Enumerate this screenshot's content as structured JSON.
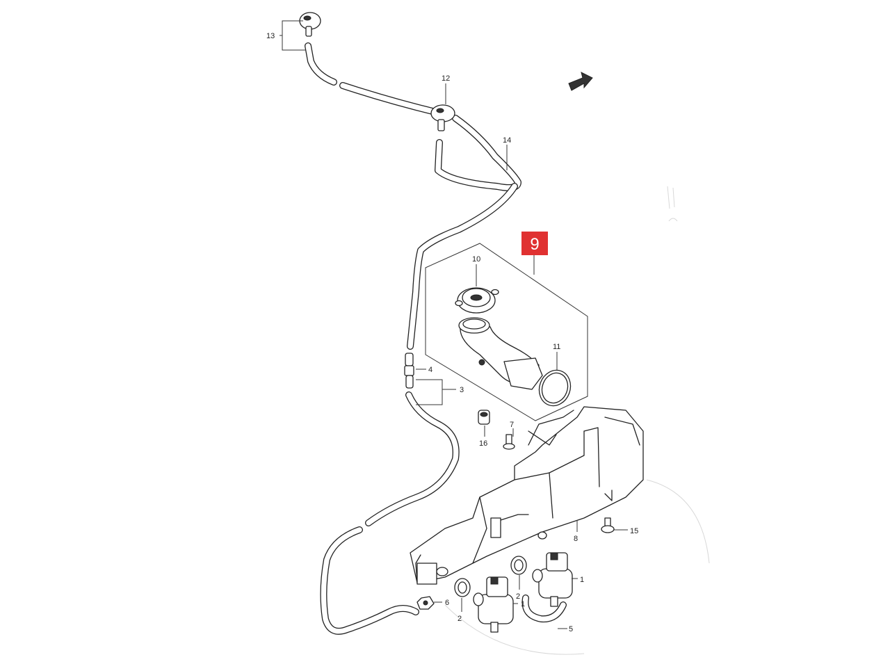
{
  "diagram": {
    "callouts": {
      "p1": "1",
      "p1b": "1",
      "p2": "2",
      "p2b": "2",
      "p3": "3",
      "p4": "4",
      "p5": "5",
      "p6": "6",
      "p7": "7",
      "p8": "8",
      "p9": "9",
      "p10": "10",
      "p11": "11",
      "p12": "12",
      "p13": "13",
      "p14": "14",
      "p15": "15",
      "p16": "16"
    },
    "highlight_color": "#e03131",
    "icons": {
      "direction": "front-arrow-icon"
    }
  }
}
